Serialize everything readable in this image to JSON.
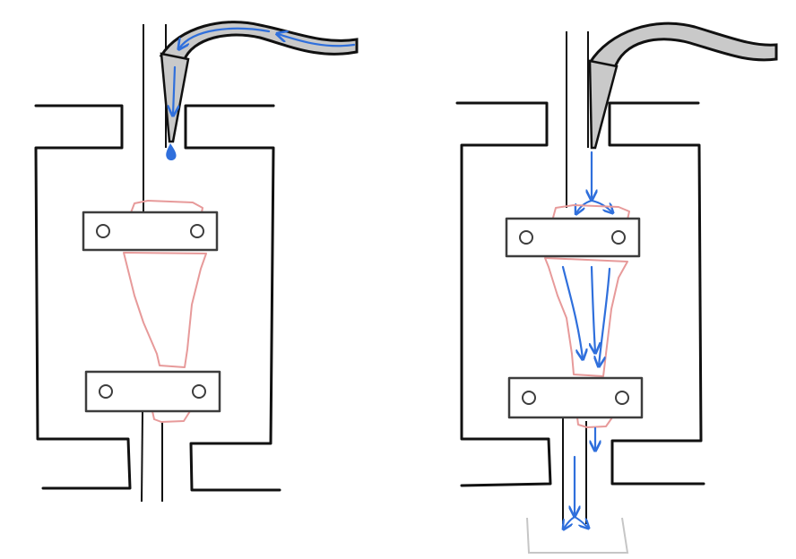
{
  "figure": {
    "panels": [
      {
        "id": "left",
        "state": "drop at nozzle tip; flow confined to hose",
        "show_internal_flow": false
      },
      {
        "id": "right",
        "state": "fluid flows through specimen into collection tray",
        "show_internal_flow": true
      }
    ]
  },
  "colors": {
    "frame": "#111111",
    "clamp_fill": "#ffffff",
    "clamp_stroke": "#3d3d3d",
    "specimen": "#e79a9a",
    "specimen_fill": "#fff6f6",
    "flow": "#2f6fdc",
    "hose_fill": "#c9c9c9",
    "tray": "#c6c6c6"
  },
  "icons": {
    "flow_marker": "arrowhead",
    "drop_marker": "droplet"
  }
}
